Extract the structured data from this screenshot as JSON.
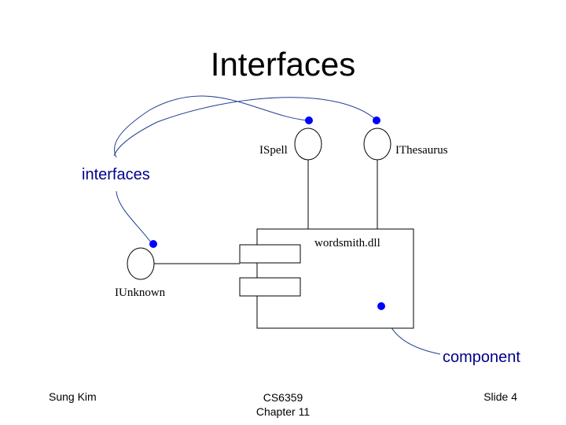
{
  "slide": {
    "title": "Interfaces"
  },
  "diagram": {
    "labels": {
      "ispell": "ISpell",
      "ithesaurus": "IThesaurus",
      "iunknown": "IUnknown",
      "component_name": "wordsmith.dll"
    },
    "callouts": {
      "interfaces": "interfaces",
      "component": "component"
    },
    "colors": {
      "callout_text": "#00008b",
      "dot": "#0000ff",
      "line": "#000000",
      "callout_line": "#1f3f8f"
    }
  },
  "footer": {
    "author": "Sung Kim",
    "course_line1": "CS6359",
    "course_line2": "Chapter 11",
    "slide_number": "Slide 4"
  }
}
